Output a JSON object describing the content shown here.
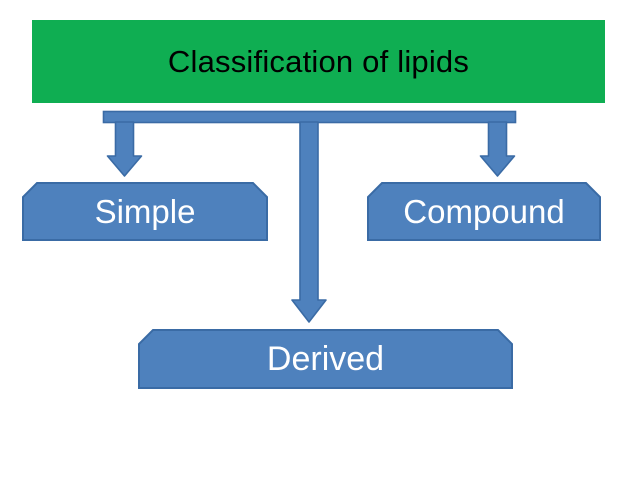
{
  "diagram": {
    "type": "hierarchy-flowchart",
    "title": "Classification of lipids",
    "root": {
      "label": "Classification of lipids",
      "shape": "rectangle-banner",
      "fill_color": "#0FAE52",
      "text_color": "#000000"
    },
    "children": [
      {
        "id": "simple",
        "label": "Simple",
        "shape": "chamfered-plaque",
        "fill_color": "#4E81BD",
        "border_color": "#3A6BA5",
        "text_color": "#FFFFFF"
      },
      {
        "id": "derived",
        "label": "Derived",
        "shape": "chamfered-plaque",
        "fill_color": "#4E81BD",
        "border_color": "#3A6BA5",
        "text_color": "#FFFFFF"
      },
      {
        "id": "compound",
        "label": "Compound",
        "shape": "chamfered-plaque",
        "fill_color": "#4E81BD",
        "border_color": "#3A6BA5",
        "text_color": "#FFFFFF"
      }
    ],
    "connectors": {
      "style": "block-arrow-down",
      "bar_color": "#4E81BD",
      "bar_border_color": "#3A6BA5",
      "count": 3,
      "targets": [
        "simple",
        "derived",
        "compound"
      ]
    },
    "colors": {
      "green": "#0FAE52",
      "blue": "#4E81BD",
      "blue_border": "#3A6BA5",
      "background": "#FFFFFF",
      "title_text": "#000000",
      "node_text": "#FFFFFF"
    }
  }
}
